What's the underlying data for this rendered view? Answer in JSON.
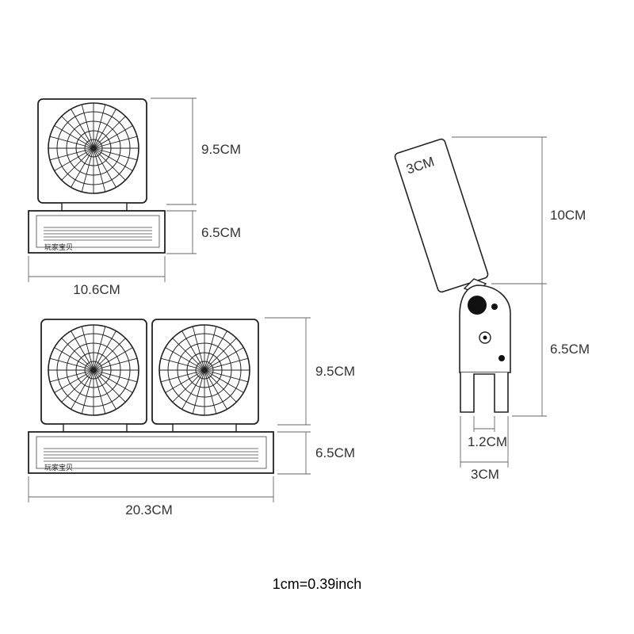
{
  "single_unit": {
    "brand": "玩家宝贝",
    "fan_height": "9.5CM",
    "base_height": "6.5CM",
    "width": "10.6CM"
  },
  "double_unit": {
    "brand": "玩家宝贝",
    "fan_height": "9.5CM",
    "base_height": "6.5CM",
    "width": "20.3CM"
  },
  "side_view": {
    "panel_width": "3CM",
    "panel_height": "10CM",
    "clip_height": "6.5CM",
    "slot_width": "1.2CM",
    "clip_width": "3CM"
  },
  "footer_note": "1cm=0.39inch"
}
